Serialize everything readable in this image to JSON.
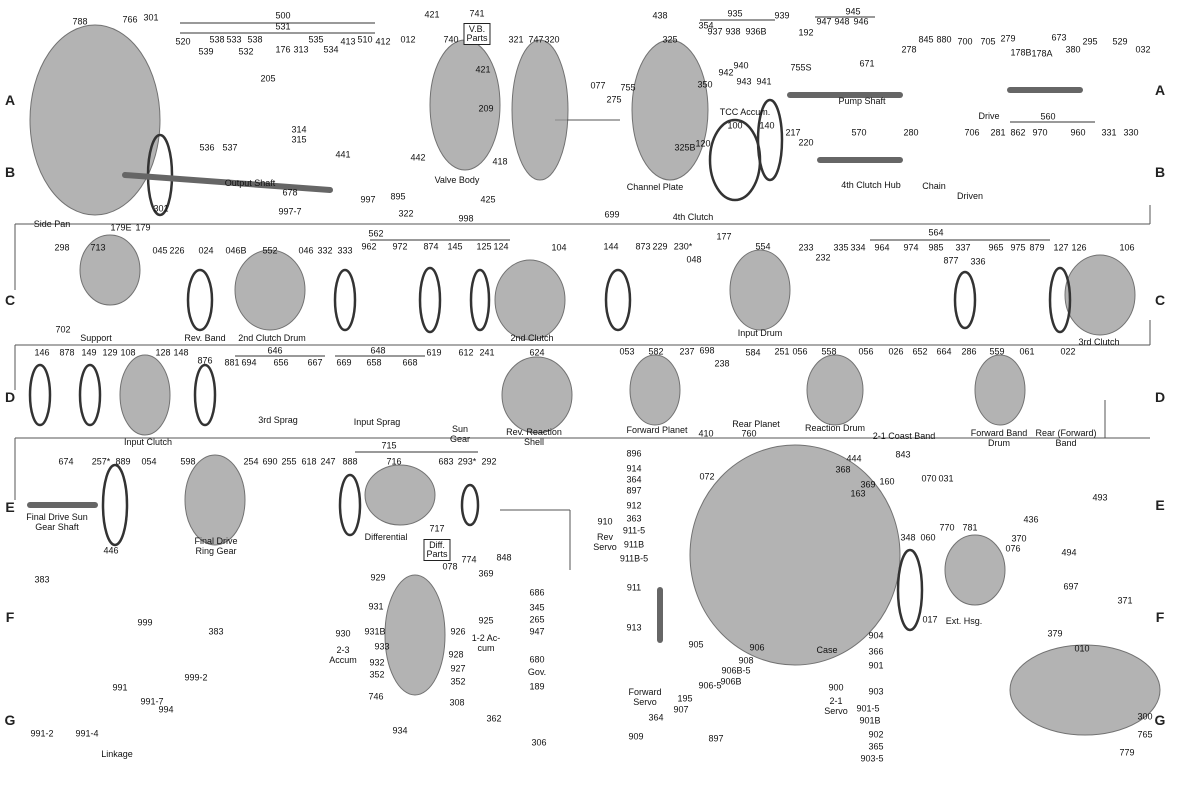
{
  "row_letters_left": [
    "A",
    "B",
    "C",
    "D",
    "E",
    "F",
    "G"
  ],
  "row_letters_right": [
    "A",
    "B",
    "C",
    "D",
    "E",
    "F",
    "G"
  ],
  "boxed_labels": [
    "V.B.\nParts",
    "Diff.\nParts"
  ],
  "part_names": [
    "Side Pan",
    "Output Shaft",
    "Valve Body",
    "Channel Plate",
    "4th Clutch",
    "TCC Accum.",
    "Pump Shaft",
    "4th Clutch Hub",
    "Drive",
    "Chain",
    "Driven",
    "Support",
    "Rev. Band",
    "2nd Clutch Drum",
    "2nd Clutch",
    "Input Drum",
    "3rd Clutch",
    "Input Clutch",
    "3rd Sprag",
    "Input Sprag",
    "Sun\nGear",
    "Rev. Reaction\nShell",
    "Forward Planet",
    "Rear Planet",
    "Reaction Drum",
    "2-1 Coast Band",
    "Forward Band\nDrum",
    "Rear (Forward)\nBand",
    "Final Drive Sun\nGear Shaft",
    "Final Drive\nRing Gear",
    "Differential",
    "Gov.",
    "Linkage",
    "Rev\nServo",
    "Case",
    "Ext. Hsg.",
    "Forward\nServo",
    "2-1\nServo",
    "2-3\nAccum",
    "1-2 Ac-\ncum"
  ],
  "part_numbers": [
    "788",
    "766",
    "301",
    "500",
    "531",
    "520",
    "539",
    "538",
    "533",
    "538",
    "532",
    "176",
    "313",
    "535",
    "534",
    "510",
    "413",
    "412",
    "205",
    "536",
    "537",
    "314",
    "315",
    "441",
    "442",
    "012",
    "421",
    "740",
    "741",
    "421",
    "209",
    "418",
    "425",
    "321",
    "747",
    "320",
    "895",
    "678",
    "301",
    "997-7",
    "997",
    "322",
    "998",
    "077",
    "275",
    "755",
    "438",
    "325",
    "935",
    "354",
    "937",
    "938",
    "936B",
    "939",
    "940",
    "942",
    "941",
    "943",
    "350",
    "120",
    "325B",
    "699",
    "100",
    "140",
    "945",
    "192",
    "947",
    "948",
    "946",
    "755S",
    "671",
    "217",
    "220",
    "570",
    "278",
    "845",
    "880",
    "700",
    "705",
    "279",
    "178B",
    "178A",
    "673",
    "380",
    "295",
    "529",
    "032",
    "280",
    "706",
    "281",
    "862",
    "560",
    "970",
    "960",
    "331",
    "330",
    "179E",
    "179",
    "298",
    "713",
    "045",
    "226",
    "024",
    "046B",
    "552",
    "046",
    "332",
    "333",
    "562",
    "962",
    "972",
    "874",
    "145",
    "125",
    "124",
    "104",
    "702",
    "144",
    "873",
    "229",
    "230*",
    "048",
    "177",
    "554",
    "233",
    "232",
    "335",
    "334",
    "564",
    "964",
    "974",
    "985",
    "877",
    "337",
    "336",
    "965",
    "975",
    "879",
    "127",
    "126",
    "106",
    "146",
    "878",
    "149",
    "129",
    "108",
    "128",
    "148",
    "876",
    "646",
    "881",
    "694",
    "656",
    "667",
    "648",
    "669",
    "658",
    "668",
    "619",
    "612",
    "241",
    "624",
    "053",
    "582",
    "237",
    "698",
    "238",
    "584",
    "251",
    "056",
    "558",
    "056",
    "026",
    "652",
    "664",
    "286",
    "559",
    "061",
    "022",
    "674",
    "257*",
    "889",
    "054",
    "598",
    "254",
    "690",
    "255",
    "618",
    "247",
    "888",
    "715",
    "716",
    "683",
    "293*",
    "292",
    "717",
    "446",
    "383",
    "999",
    "383",
    "999-2",
    "929",
    "078",
    "774",
    "848",
    "369",
    "686",
    "345",
    "265",
    "947",
    "680",
    "189",
    "931",
    "931B",
    "933",
    "932",
    "352",
    "930",
    "926",
    "928",
    "927",
    "352",
    "925",
    "746",
    "308",
    "934",
    "362",
    "306",
    "991",
    "991-7",
    "994",
    "991-2",
    "991-4",
    "410",
    "760",
    "896",
    "914",
    "364",
    "897",
    "072",
    "912",
    "363",
    "911-5",
    "911B",
    "911B-5",
    "910",
    "911",
    "913",
    "444",
    "368",
    "843",
    "160",
    "369",
    "163",
    "070",
    "031",
    "770",
    "781",
    "436",
    "370",
    "348",
    "060",
    "076",
    "017",
    "906",
    "908",
    "906B-5",
    "906B",
    "906-5",
    "195",
    "907",
    "905",
    "364",
    "897",
    "909",
    "904",
    "366",
    "901",
    "903",
    "901-5",
    "901B",
    "902",
    "365",
    "903-5",
    "900",
    "493",
    "494",
    "697",
    "371",
    "379",
    "010",
    "300",
    "765",
    "779"
  ]
}
